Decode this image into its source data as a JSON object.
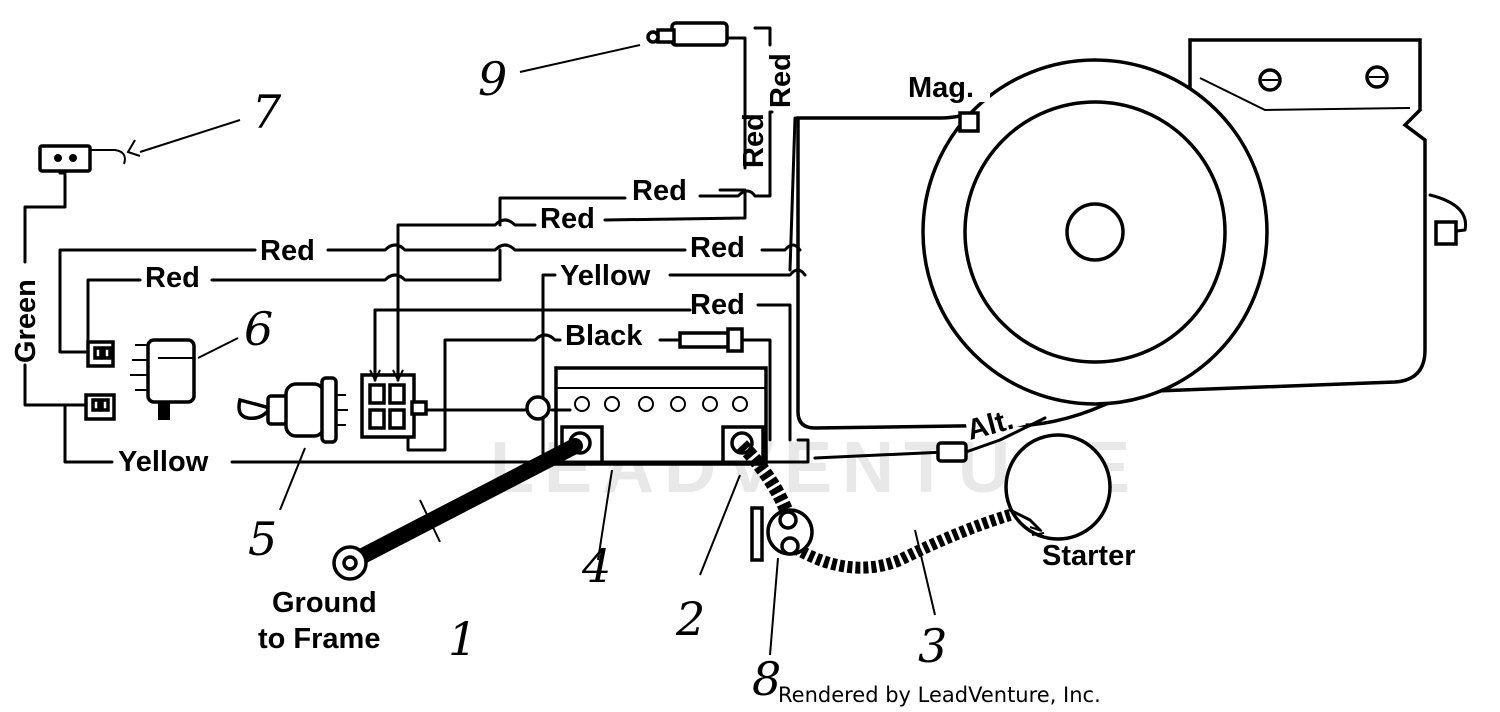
{
  "wire_labels": {
    "red_top_vertical": "Red",
    "red_vertical_2": "Red",
    "red_1": "Red",
    "red_2": "Red",
    "red_3": "Red",
    "red_left": "Red",
    "red_left_2": "Red",
    "yellow_top": "Yellow",
    "red_lower": "Red",
    "black": "Black",
    "green": "Green",
    "yellow_bottom": "Yellow"
  },
  "component_labels": {
    "magneto": "Mag.",
    "alternator": "Alt.",
    "starter": "Starter",
    "ground": [
      "Ground",
      "to Frame"
    ]
  },
  "callouts": [
    "1",
    "2",
    "3",
    "4",
    "5",
    "6",
    "7",
    "8",
    "9"
  ],
  "watermark": "LEADVENTURE",
  "credit": "Rendered by LeadVenture, Inc.",
  "colors": {
    "ink": "#000000",
    "paper": "#ffffff",
    "watermark": "#e8e8e8"
  }
}
